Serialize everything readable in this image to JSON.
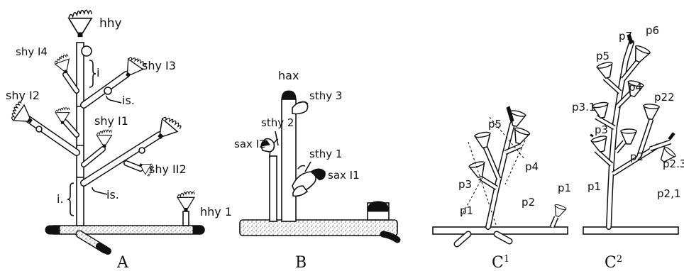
{
  "figure": {
    "panels": [
      {
        "id": "A",
        "caption": "A"
      },
      {
        "id": "B",
        "caption": "B"
      },
      {
        "id": "C1",
        "caption": "C",
        "caption_sup": "1"
      },
      {
        "id": "C2",
        "caption": "C",
        "caption_sup": "2"
      }
    ],
    "labels_A": {
      "hhy": "hhy",
      "shyI4": "shy I4",
      "shyI3": "shy I3",
      "shyI2": "shy I2",
      "shyI1": "shy I1",
      "shyII2": "shy II2",
      "i_top": "i",
      "is_top": "is.",
      "is_bottom": "is.",
      "i_bottom": "i.",
      "hhy1": "hhy 1"
    },
    "labels_B": {
      "hax": "hax",
      "sthy3": "sthy 3",
      "sthy2": "sthy 2",
      "saxI2": "sax I2",
      "sthy1": "sthy 1",
      "saxI1": "sax I1"
    },
    "labels_C1": {
      "p5": "p5",
      "p4": "p4",
      "p3": "p3",
      "p2": "p2",
      "p1": "p1",
      "p1b": "p1"
    },
    "labels_C2": {
      "p7": "p7",
      "p6": "p6",
      "p5": "p5",
      "p4": "p4",
      "p3_1": "p3.1",
      "p3": "p3",
      "p22": "p22",
      "p2": "p2",
      "p23": "p2.3",
      "p1": "p1",
      "p21": "p2,1"
    }
  }
}
